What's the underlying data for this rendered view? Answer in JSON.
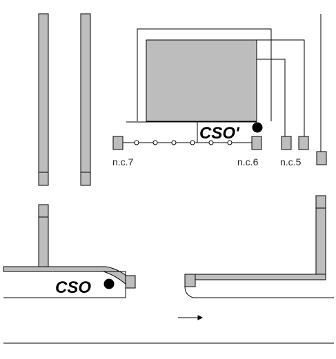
{
  "labels": {
    "nc7": "n.c.7",
    "nc6": "n.c.6",
    "nc5": "n.c.5",
    "cso_prime": "CSO'",
    "cso": "CSO"
  },
  "colors": {
    "fill": "#bdbdbd",
    "stroke": "#000000",
    "background": "#ffffff"
  }
}
